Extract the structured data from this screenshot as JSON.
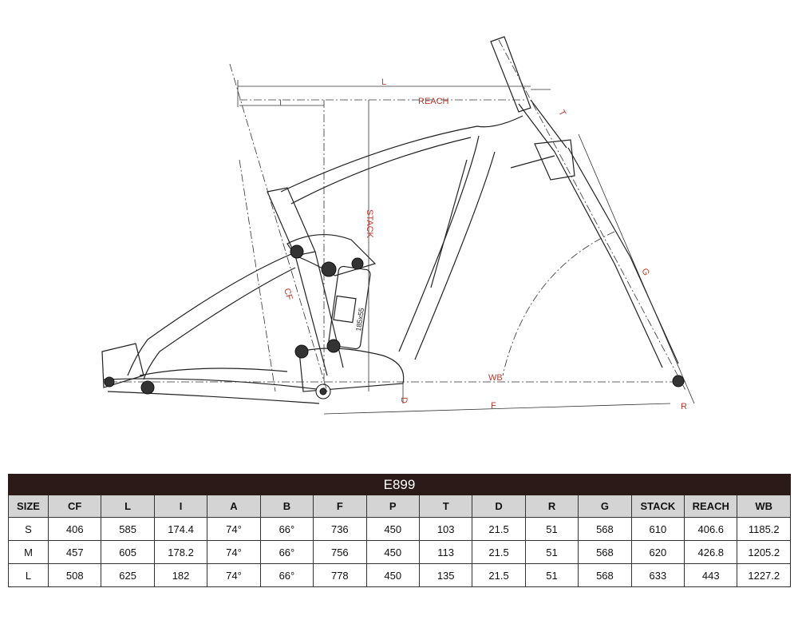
{
  "dimension_labels": {
    "L": "L",
    "I": "I",
    "REACH": "REACH",
    "STACK": "STACK",
    "T": "T",
    "G": "G",
    "CF": "CF",
    "WB": "WB",
    "F": "F",
    "D": "D",
    "R": "R",
    "shock": "185x55"
  },
  "table": {
    "model": "E899",
    "columns": [
      "SIZE",
      "CF",
      "L",
      "I",
      "A",
      "B",
      "F",
      "P",
      "T",
      "D",
      "R",
      "G",
      "STACK",
      "REACH",
      "WB"
    ],
    "rows": [
      [
        "S",
        "406",
        "585",
        "174.4",
        "74°",
        "66°",
        "736",
        "450",
        "103",
        "21.5",
        "51",
        "568",
        "610",
        "406.6",
        "1185.2"
      ],
      [
        "M",
        "457",
        "605",
        "178.2",
        "74°",
        "66°",
        "756",
        "450",
        "113",
        "21.5",
        "51",
        "568",
        "620",
        "426.8",
        "1205.2"
      ],
      [
        "L",
        "508",
        "625",
        "182",
        "74°",
        "66°",
        "778",
        "450",
        "135",
        "21.5",
        "51",
        "568",
        "633",
        "443",
        "1227.2"
      ]
    ]
  },
  "colors": {
    "line": "#222222",
    "dimension": "#c0392b",
    "table_title_bg": "#2b1a17",
    "table_header_bg": "#d4d4d4"
  }
}
